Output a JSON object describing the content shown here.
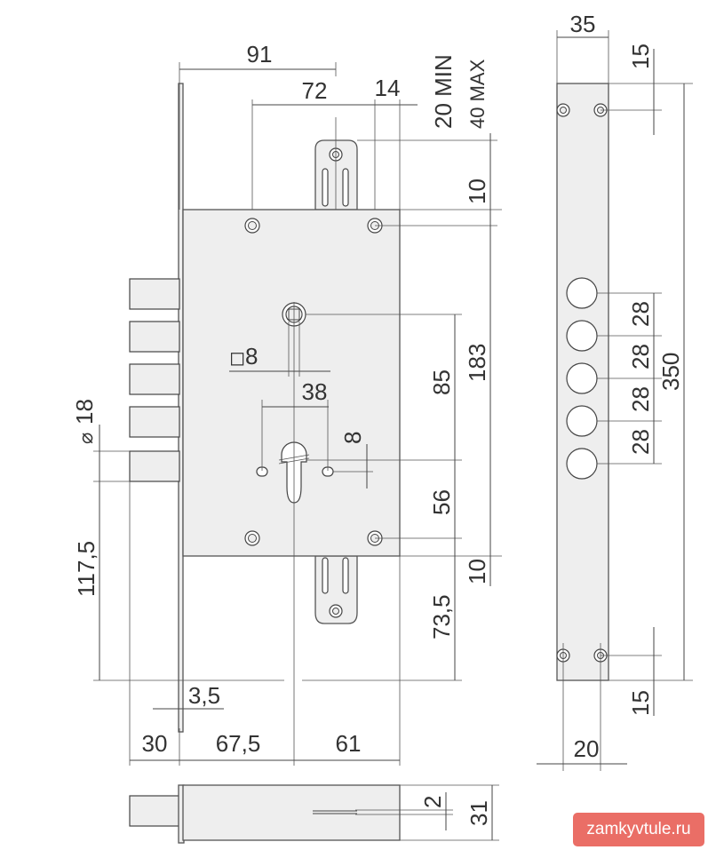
{
  "dimensions": {
    "d91": "91",
    "d72": "72",
    "d14": "14",
    "d20min": "20 MIN",
    "d40max": "40 MAX",
    "d10top": "10",
    "d85": "85",
    "d183": "183",
    "d8square": "8",
    "d38": "38",
    "d8": "8",
    "d56": "56",
    "d10bottom": "10",
    "d735": "73,5",
    "d1175": "117,5",
    "d18": "18",
    "d35small": "3,5",
    "d30": "30",
    "d675": "67,5",
    "d61": "61",
    "d2": "2",
    "d31": "31",
    "d35": "35",
    "d15top": "15",
    "d28a": "28",
    "d28b": "28",
    "d28c": "28",
    "d28d": "28",
    "d350": "350",
    "d15bottom": "15",
    "d20": "20"
  },
  "symbols": {
    "diameter": "⌀",
    "square": "◻"
  },
  "watermark": {
    "text": "zamkyvtule.ru"
  },
  "colors": {
    "plate": "#eeeeee",
    "line": "#444444",
    "watermark_bg": "#ea6e66"
  }
}
